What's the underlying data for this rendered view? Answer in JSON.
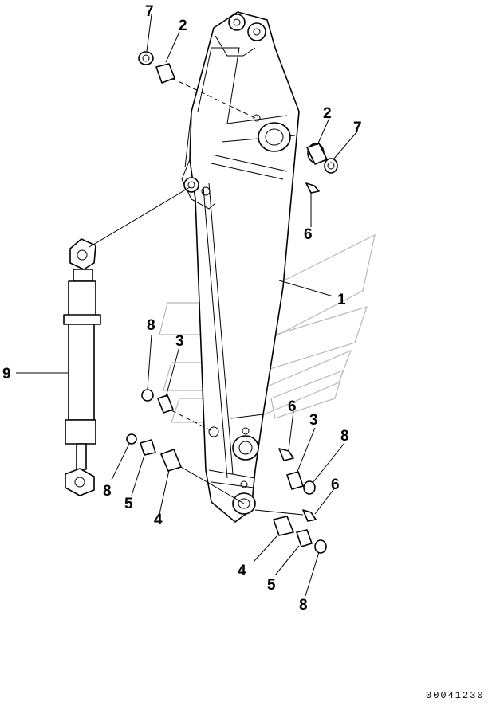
{
  "diagram": {
    "drawing_number": "00041230",
    "callouts": [
      {
        "id": "c1",
        "label": "1"
      },
      {
        "id": "c2a",
        "label": "2"
      },
      {
        "id": "c2b",
        "label": "2"
      },
      {
        "id": "c3a",
        "label": "3"
      },
      {
        "id": "c3b",
        "label": "3"
      },
      {
        "id": "c4a",
        "label": "4"
      },
      {
        "id": "c4b",
        "label": "4"
      },
      {
        "id": "c5a",
        "label": "5"
      },
      {
        "id": "c5b",
        "label": "5"
      },
      {
        "id": "c6a",
        "label": "6"
      },
      {
        "id": "c6b",
        "label": "6"
      },
      {
        "id": "c6c",
        "label": "6"
      },
      {
        "id": "c7a",
        "label": "7"
      },
      {
        "id": "c7b",
        "label": "7"
      },
      {
        "id": "c8a",
        "label": "8"
      },
      {
        "id": "c8b",
        "label": "8"
      },
      {
        "id": "c8c",
        "label": "8"
      },
      {
        "id": "c8d",
        "label": "8"
      },
      {
        "id": "c9",
        "label": "9"
      }
    ]
  }
}
